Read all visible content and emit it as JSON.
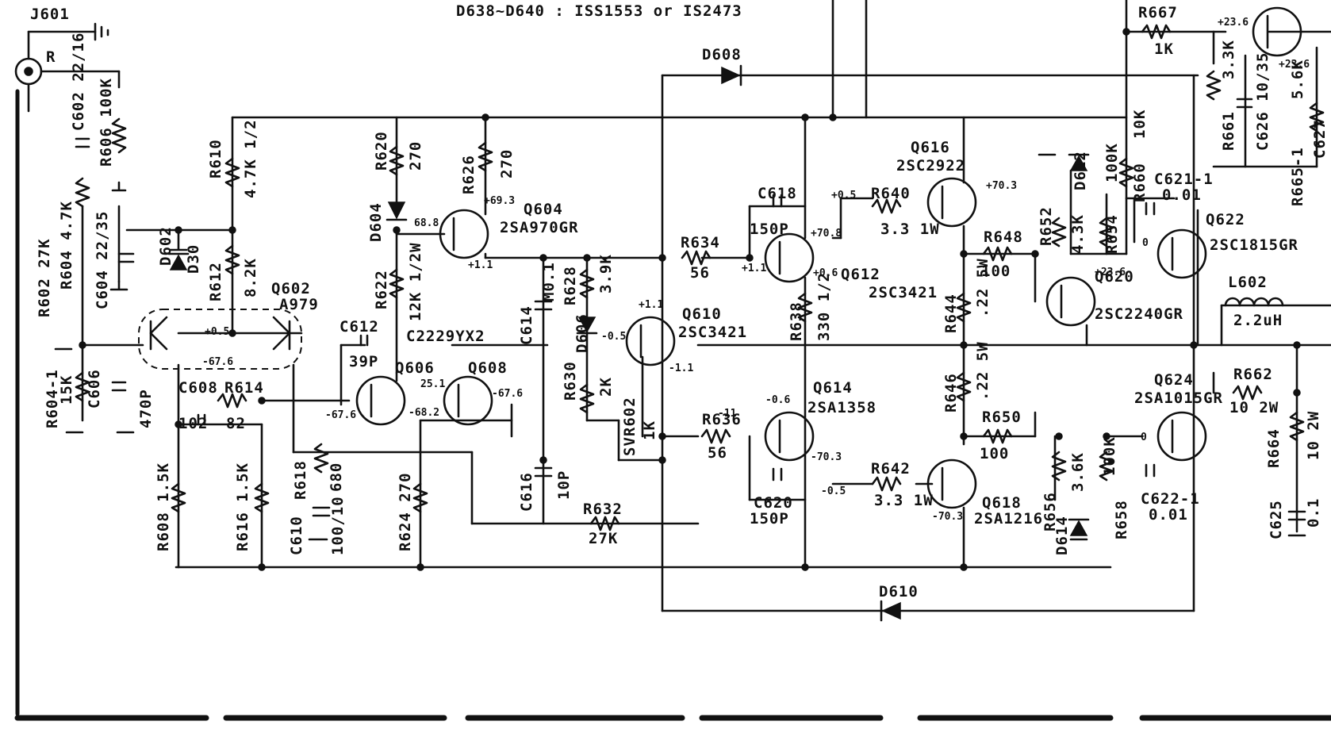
{
  "header": {
    "connector": "J601",
    "note": "D638~D640 : ISS1553 or IS2473"
  },
  "input": {
    "pin": "R"
  },
  "labels": {
    "r602": "R602 27K",
    "c602": "C602 22/16",
    "r606": "R606 100K",
    "r604": "R604 4.7K",
    "c604": "C604 22/35",
    "d602": "D602",
    "d630": "D30",
    "r610": "R610",
    "r610_val": "4.7K 1/2",
    "r612": "R612",
    "r612_val": "8.2K",
    "r604_1": "R604-1",
    "r604_1_val": "15K",
    "c606": "C606",
    "c606_val": "470P",
    "q602": "Q602",
    "q602_type": "A979",
    "c608": "C608",
    "c608_val": "102",
    "r614": "R614",
    "r614_val": "82",
    "r608": "R608 1.5K",
    "r616": "R616 1.5K",
    "r618": "R618",
    "r618_val": "680",
    "c610": "C610",
    "c610_val": "100/10",
    "r620": "R620",
    "r620_val": "270",
    "d604": "D604",
    "r622": "R622",
    "r622_val": "12K 1/2W",
    "c612": "C612",
    "c612_val": "39P",
    "q606": "Q606",
    "q608": "Q608",
    "pair": "C2229YX2",
    "r624": "R624 270",
    "r626": "R626",
    "r626_val": "270",
    "q604": "Q604",
    "q604_type": "2SA970GR",
    "c614": "C614",
    "c614_val": "M0.1",
    "r628": "R628",
    "r628_val": "3.9K",
    "d606": "D606",
    "r630": "R630",
    "r630_val": "2K",
    "svr602": "SVR602",
    "svr602_val": "1K",
    "q610": "Q610",
    "q610_type": "2SC3421",
    "c616": "C616",
    "c616_val": "10P",
    "r632": "R632",
    "r632_val": "27K",
    "d608": "D608",
    "d610": "D610",
    "r634": "R634",
    "r634_val": "56",
    "c618": "C618",
    "c618_val": "150P",
    "q612": "Q612",
    "q612_type": "2SC3421",
    "r638": "R638",
    "r638_val": "330 1/2",
    "r636": "R636",
    "r636_val": "56",
    "q614": "Q614",
    "q614_type": "2SA1358",
    "c620": "C620",
    "c620_val": "150P",
    "r640": "R640",
    "r640_val": "3.3 1W",
    "q616": "Q616",
    "q616_type": "2SC2922",
    "r642": "R642",
    "r642_val": "3.3 1W",
    "q618": "Q618",
    "q618_type": "2SA1216",
    "r644": "R644",
    "r644_val": ".22 5W",
    "r646": "R646",
    "r646_val": ".22 5W",
    "r648": "R648",
    "r648_val": "100",
    "r650": "R650",
    "r650_val": "100",
    "d612": "D612",
    "r652": "R652",
    "r652_val": "4.3K",
    "r654": "R654",
    "r654_val": "100K",
    "q620": "Q620",
    "q620_type": "2SC2240GR",
    "r660": "R660",
    "r660_val": "10K",
    "c621": "C621-1",
    "c621_val": "0.01",
    "q622": "Q622",
    "q622_type": "2SC1815GR",
    "r656": "R656",
    "r656_val": "3.6K",
    "r658": "R658",
    "r658_val": "100K",
    "d614": "D614",
    "q624": "Q624",
    "q624_type": "2SA1015GR",
    "c622": "C622-1",
    "c622_val": "0.01",
    "r667": "R667",
    "r667_val": "1K",
    "r661": "R661",
    "r661_val": "3.3K",
    "c626": "C626 10/35",
    "r665": "R665-1",
    "r665_val": "5.6K",
    "c627": "C627",
    "l602": "L602",
    "l602_val": "2.2uH",
    "r662": "R662",
    "r662_val": "10 2W",
    "r664": "R664",
    "r664_val": "10 2W",
    "c625": "C625",
    "c625_val": "0.1"
  },
  "voltages": {
    "q602_b": "+0.5",
    "q602_e": "-67.6",
    "q606_c": "25.1",
    "q606_e": "-67.6",
    "q608_e": "-68.2",
    "q608_c": "-67.6",
    "q604_b": "68.8",
    "q604_e": "+69.3",
    "q604_c": "+1.1",
    "q610_c": "+1.1",
    "q610_b": "-0.5",
    "q610_e": "-1.1",
    "q612_b": "+1.1",
    "q612_c": "+70.8",
    "q612_e": "+0.6",
    "q614_b": "-11",
    "q614_c": "-0.6",
    "q614_e": "-70.3",
    "q616_b": "+0.5",
    "q616_c": "+70.3",
    "q618_b": "-0.5",
    "q618_c": "-70.3",
    "q620_e": "+23.6",
    "q622_0": "0",
    "q624_0": "0",
    "top_v1": "+23.6",
    "top_v2": "+23.6"
  },
  "colors": {
    "ink": "#111111",
    "paper": "#ffffff"
  }
}
